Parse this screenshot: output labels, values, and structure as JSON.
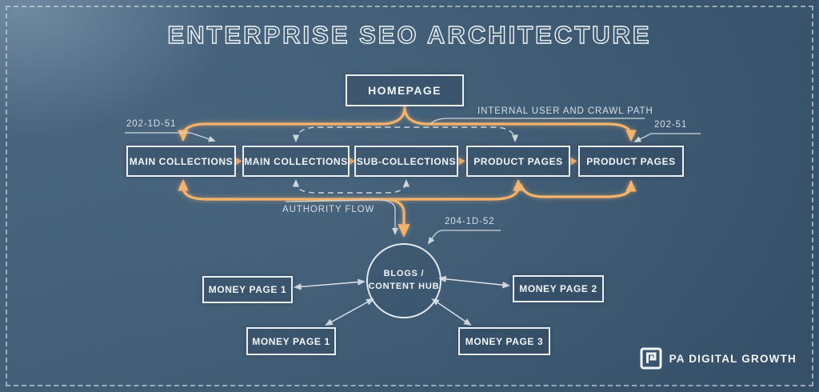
{
  "title": "ENTERPRISE SEO ARCHITECTURE",
  "diagram": {
    "homepage": "HOMEPAGE",
    "tier_boxes": [
      "MAIN COLLECTIONS",
      "MAIN COLLECTIONS",
      "SUB-COLLECTIONS",
      "PRODUCT PAGES",
      "PRODUCT PAGES"
    ],
    "hub": {
      "line1": "BLOGS /",
      "line2": "CONTENT HUB"
    },
    "money_pages": [
      "MONEY PAGE 1",
      "MONEY PAGE 2",
      "MONEY PAGE 1",
      "MONEY PAGE 3"
    ],
    "annotations": {
      "crawl_path": "INTERNAL USER AND CRAWL PATH",
      "authority_flow": "AUTHORITY FLOW",
      "ref_left": "202-1D-51",
      "ref_right": "202-51",
      "ref_hub": "204-1D-52"
    }
  },
  "branding": {
    "name": "PA DIGITAL GROWTH"
  },
  "colors": {
    "background": "#3c5871",
    "accent_orange": "#f4b26d",
    "line_gray": "#ccd6dd",
    "box_border": "#e9eff3"
  }
}
